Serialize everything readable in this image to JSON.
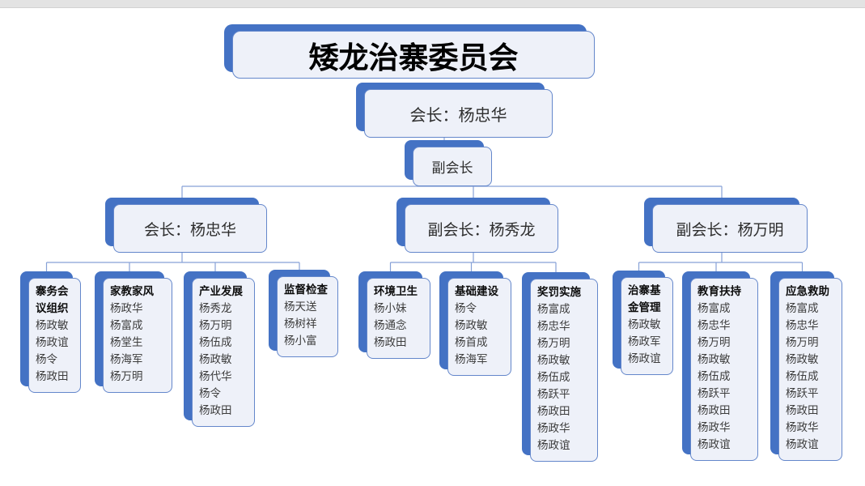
{
  "org": {
    "title": "矮龙治寨委员会",
    "chairman": "会长：杨忠华",
    "vice_chair_label": "副会长",
    "branches": [
      {
        "head": "会长：杨忠华",
        "departments": [
          {
            "title": "寨务会议组织",
            "members": [
              "杨政敏",
              "杨政谊",
              "杨令",
              "杨政田"
            ]
          },
          {
            "title": "家教家风",
            "members": [
              "杨政华",
              "杨富成",
              "杨堂生",
              "杨海军",
              "杨万明"
            ]
          },
          {
            "title": "产业发展",
            "members": [
              "杨秀龙",
              "杨万明",
              "杨伍成",
              "杨政敏",
              "杨代华",
              "杨令",
              "杨政田"
            ]
          },
          {
            "title": "监督检查",
            "members": [
              "杨天送",
              "杨树祥",
              "杨小富"
            ]
          }
        ]
      },
      {
        "head": "副会长：杨秀龙",
        "departments": [
          {
            "title": "环境卫生",
            "members": [
              "杨小妹",
              "杨通念",
              "杨政田"
            ]
          },
          {
            "title": "基础建设",
            "members": [
              "杨令",
              "杨政敏",
              "杨首成",
              "杨海军"
            ]
          },
          {
            "title": "奖罚实施",
            "members": [
              "杨富成",
              "杨忠华",
              "杨万明",
              "杨政敏",
              "杨伍成",
              "杨跃平",
              "杨政田",
              "杨政华",
              "杨政谊"
            ]
          }
        ]
      },
      {
        "head": "副会长：杨万明",
        "departments": [
          {
            "title": "治寨基金管理",
            "members": [
              "杨政敏",
              "杨政军",
              "杨政谊"
            ]
          },
          {
            "title": "教育扶持",
            "members": [
              "杨富成",
              "杨忠华",
              "杨万明",
              "杨政敏",
              "杨伍成",
              "杨跃平",
              "杨政田",
              "杨政华",
              "杨政谊"
            ]
          },
          {
            "title": "应急救助",
            "members": [
              "杨富成",
              "杨忠华",
              "杨万明",
              "杨政敏",
              "杨伍成",
              "杨跃平",
              "杨政田",
              "杨政华",
              "杨政谊"
            ]
          }
        ]
      }
    ]
  },
  "colors": {
    "accent": "#4472c4",
    "box_fill": "#eef1f9",
    "box_border": "#6487cb",
    "connector": "#87a1d7"
  }
}
